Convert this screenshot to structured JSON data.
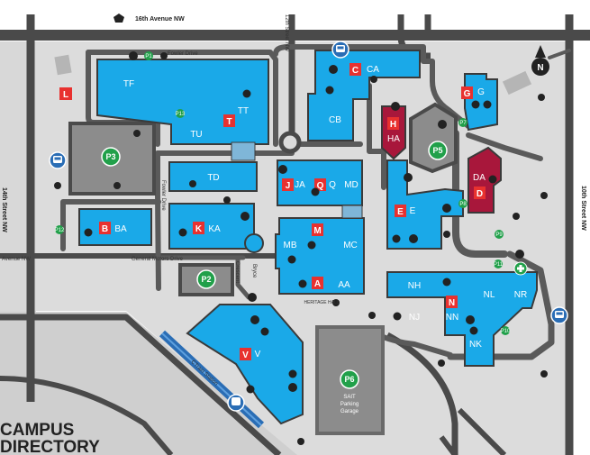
{
  "roads": {
    "north": "16th Avenue NW",
    "west": "14th Street NW",
    "east": "10th Street NW",
    "north_south": "12th Street NW",
    "west_avenue": "Avenue NW",
    "fowler": "Fowler Drive",
    "fowler_v": "Fowler Drive",
    "gm": "General Motors Drive",
    "ctrain": "CTrain Station",
    "bryce": "Bryce",
    "crescent": "Crescent"
  },
  "title": {
    "line1": "CAMPUS",
    "line2": "DIRECTORY"
  },
  "labels": {
    "heritage_hall": "HERITAGE HALL",
    "p6_sub": [
      "SAIT",
      "Parking",
      "Garage"
    ]
  },
  "buildings": [
    {
      "code": "TF"
    },
    {
      "code": "TT"
    },
    {
      "code": "TU"
    },
    {
      "code": "TD"
    },
    {
      "code": "CA"
    },
    {
      "code": "CB"
    },
    {
      "code": "G"
    },
    {
      "code": "HA"
    },
    {
      "code": "DA"
    },
    {
      "code": "E"
    },
    {
      "code": "JA"
    },
    {
      "code": "Q"
    },
    {
      "code": "MD"
    },
    {
      "code": "MB"
    },
    {
      "code": "MC"
    },
    {
      "code": "AA"
    },
    {
      "code": "BA"
    },
    {
      "code": "KA"
    },
    {
      "code": "NH"
    },
    {
      "code": "NL"
    },
    {
      "code": "NR"
    },
    {
      "code": "NJ"
    },
    {
      "code": "NN"
    },
    {
      "code": "NK"
    },
    {
      "code": "V"
    }
  ],
  "letters": [
    "L",
    "T",
    "C",
    "G",
    "H",
    "D",
    "E",
    "J",
    "Q",
    "M",
    "A",
    "B",
    "K",
    "N",
    "V"
  ],
  "parking": [
    "P1",
    "P3",
    "P5",
    "P2",
    "P6",
    "P7",
    "P8",
    "P9",
    "P10",
    "P11",
    "P12",
    "P13"
  ],
  "compass": "N",
  "colors": {
    "building": "#1aa9e8",
    "letter": "#e8312f",
    "special": "#a8173b",
    "road": "#4a4a4a",
    "campus": "#dcdcdc",
    "parking": "#21a04a",
    "garage": "#8a8a8a",
    "transit": "#2a6db5"
  },
  "icons": [
    "bus-icon",
    "food-icon",
    "coffee-icon",
    "dollar-icon",
    "accessibility-icon",
    "ac-icon",
    "first-aid-icon",
    "train-icon",
    "compass-icon"
  ]
}
